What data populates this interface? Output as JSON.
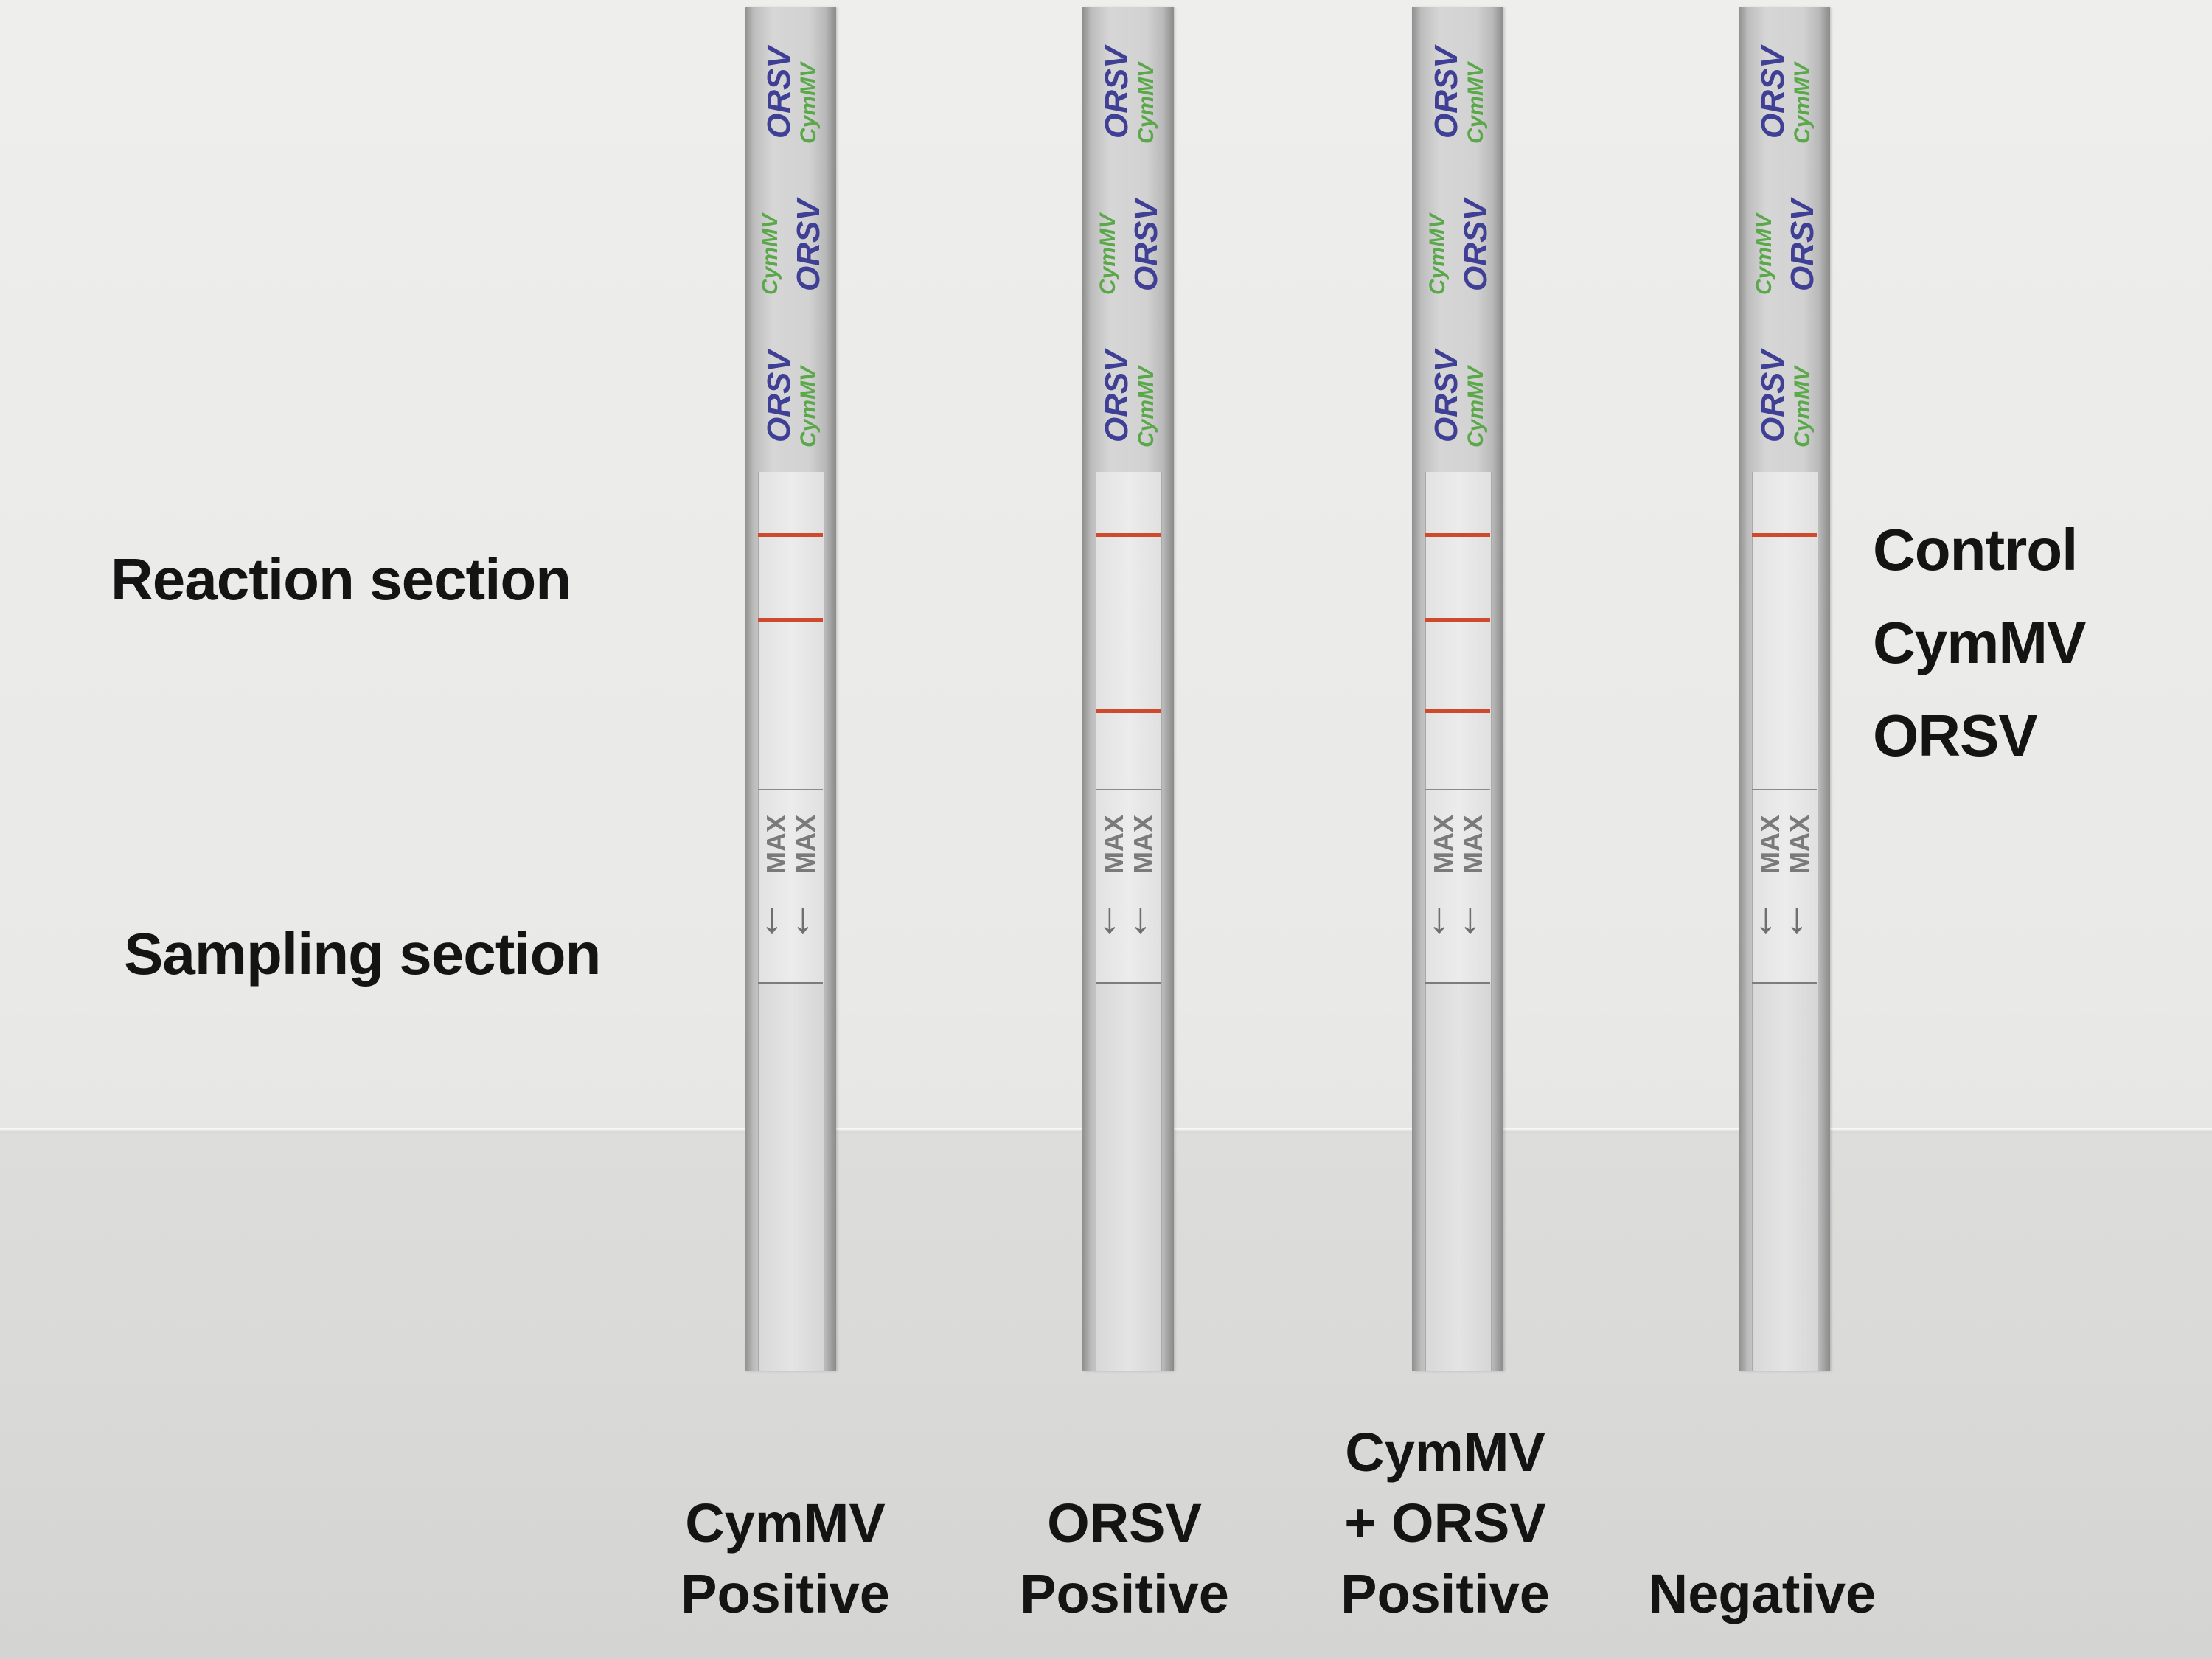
{
  "section_labels": {
    "reaction": "Reaction section",
    "sampling": "Sampling section"
  },
  "line_labels": {
    "control": "Control",
    "cymmv": "CymMV",
    "orsv": "ORSV"
  },
  "strip_text": {
    "orsv": "ORSV",
    "cymmv": "CymMV",
    "max": "MAX",
    "arrow": "↓"
  },
  "strips": [
    {
      "id": "cymmv-positive",
      "result_lines": [
        "CymMV",
        "Positive"
      ],
      "bands": {
        "control": true,
        "cymmv": true,
        "orsv": false
      }
    },
    {
      "id": "orsv-positive",
      "result_lines": [
        "ORSV",
        "Positive"
      ],
      "bands": {
        "control": true,
        "cymmv": false,
        "orsv": true
      }
    },
    {
      "id": "both-positive",
      "result_lines": [
        "CymMV",
        "+ ORSV",
        "Positive"
      ],
      "bands": {
        "control": true,
        "cymmv": true,
        "orsv": true
      }
    },
    {
      "id": "negative",
      "result_lines": [
        "Negative"
      ],
      "bands": {
        "control": true,
        "cymmv": false,
        "orsv": false
      }
    }
  ],
  "colors": {
    "band": "#cf4a2c",
    "orsv_text": "#3f3f95",
    "cymmv_text": "#5aa84a"
  }
}
